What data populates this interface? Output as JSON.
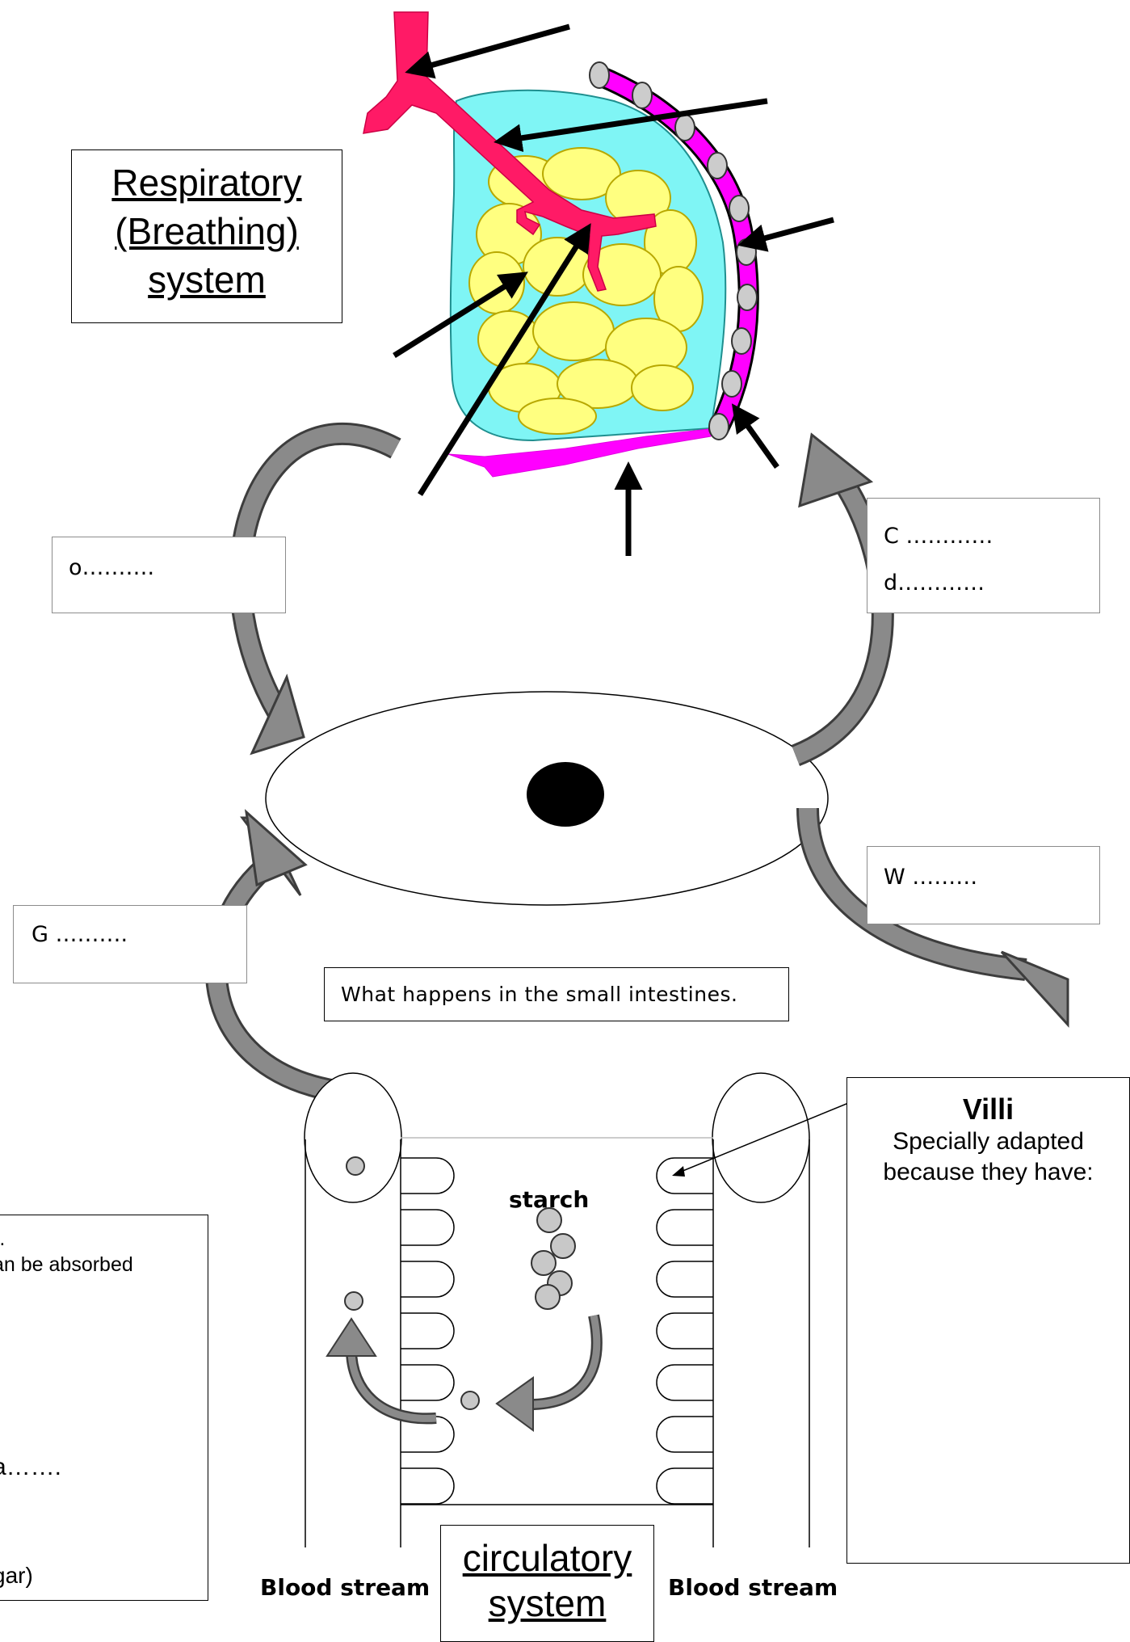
{
  "respiratory_title": [
    "Respiratory",
    "(Breathing)",
    "system"
  ],
  "circulatory_title": [
    "circulatory",
    "system"
  ],
  "oxygen_blank": "o……….",
  "carbon_dioxide_blank": [
    "C …………",
    "d…………"
  ],
  "water_blank": "W ………",
  "glucose_blank": "G ……….",
  "small_intestine_title": "What happens in the small intestines.",
  "starch_label": "starch",
  "blood_stream_left": "Blood stream",
  "blood_stream_right": "Blood stream",
  "villi": {
    "heading": "Villi",
    "line1": "Specially adapted",
    "line2": "because they have:"
  },
  "left_notes": {
    "line1": ").",
    "line2": "an be absorbed",
    "line3": "a…….",
    "line4": "gar)"
  },
  "colors": {
    "trachea": "#ff1a66",
    "lung_cavity": "#7ff5f5",
    "alveoli": "#ffff80",
    "ribs": "#ff00ff",
    "arrow_grey": "#8a8a8a",
    "particle": "#c8c8c8"
  }
}
